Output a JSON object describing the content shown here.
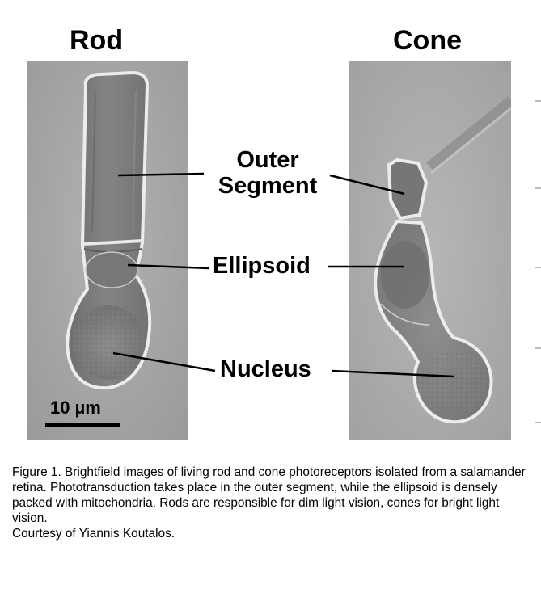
{
  "panels": {
    "rod_title": "Rod",
    "cone_title": "Cone"
  },
  "labels": {
    "outer_line1": "Outer",
    "outer_line2": "Segment",
    "ellipsoid": "Ellipsoid",
    "nucleus": "Nucleus"
  },
  "scale_bar": {
    "value": "10",
    "unit": "µm"
  },
  "caption": {
    "text": "Figure 1. Brightfield images of living rod and cone photoreceptors isolated from a salamander retina. Phototransduction takes place in the outer segment, while the ellipsoid is densely packed with mitochondria. Rods are responsible for dim light vision, cones for bright light vision.",
    "credit": "Courtesy of Yiannis Koutalos."
  },
  "colors": {
    "micrograph_background": "#a7a7a7",
    "cell_body": "#7e7e7e",
    "membrane_highlight": "#ececec",
    "leader_line": "#000000"
  }
}
